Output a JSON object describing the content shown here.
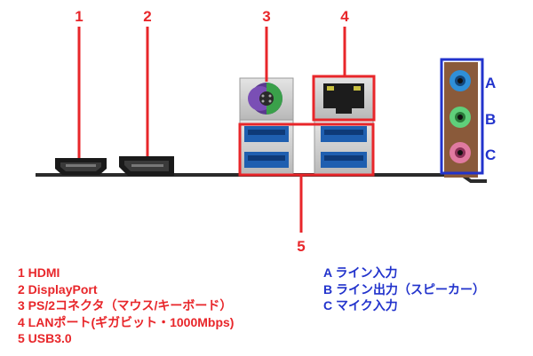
{
  "callouts": {
    "n1": "1",
    "n2": "2",
    "n3": "3",
    "n4": "4",
    "n5": "5",
    "a": "A",
    "b": "B",
    "c": "C"
  },
  "legend_left": [
    "1 HDMI",
    "2 DisplayPort",
    "3 PS/2コネクタ（マウス/キーボード）",
    "4 LANポート(ギガビット・1000Mbps)",
    "5 USB3.0"
  ],
  "legend_right": [
    "A ライン入力",
    "B ライン出力（スピーカー）",
    "C マイク入力"
  ],
  "colors": {
    "callout_red": "#e8262a",
    "callout_blue": "#2233cc",
    "usb_blue": "#1f5fb0",
    "ps2_purple": "#7a4fb5",
    "ps2_green": "#3aa04a",
    "audio_blue": "#2f8fd8",
    "audio_green": "#5fcf7a",
    "audio_pink": "#e07aa0"
  }
}
